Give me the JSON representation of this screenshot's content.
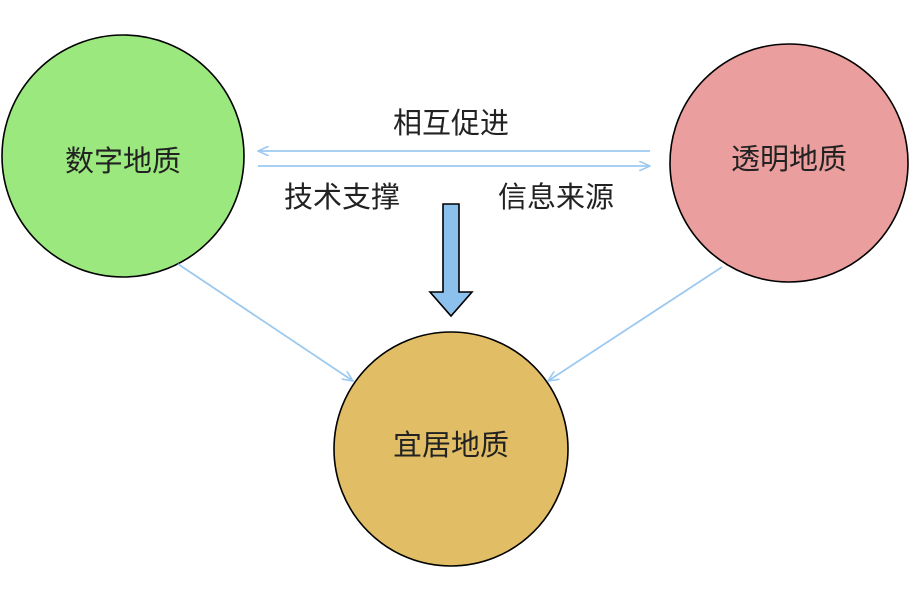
{
  "nodes": {
    "digital": {
      "label": "数字地质",
      "color": "#9BE87F"
    },
    "transparent": {
      "label": "透明地质",
      "color": "#EB9E9E"
    },
    "livable": {
      "label": "宜居地质",
      "color": "#E1BE65"
    }
  },
  "edges": {
    "mutual": {
      "label": "相互促进"
    },
    "tech_support": {
      "label": "技术支撑"
    },
    "info_source": {
      "label": "信息来源"
    }
  },
  "colors": {
    "connector": "#9CC9F0",
    "big_arrow_fill": "#8CC1EE",
    "outline": "#000000"
  }
}
